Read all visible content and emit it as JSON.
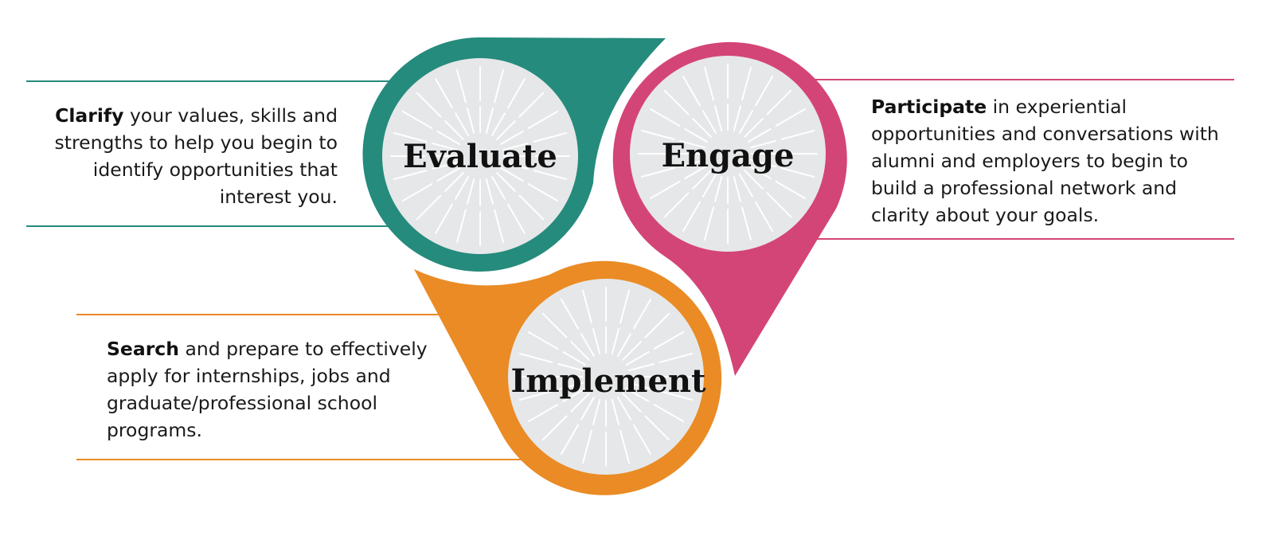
{
  "colors": {
    "evaluate": "#258b7c",
    "engage": "#d44577",
    "implement": "#ea8b25",
    "circle_fill": "#e6e7e8",
    "burst": "#ffffff"
  },
  "stages": {
    "evaluate": {
      "label": "Evaluate",
      "keyword": "Clarify",
      "description": " your values, skills and strengths to help you begin to identify opportunities that interest you."
    },
    "engage": {
      "label": "Engage",
      "keyword": "Participate",
      "description": " in experiential opportunities and conversations with alumni and employers to begin to build a professional network and clarity about your goals."
    },
    "implement": {
      "label": "Implement",
      "keyword": "Search",
      "description": " and prepare to effectively apply for internships, jobs and graduate/professional school programs."
    }
  }
}
